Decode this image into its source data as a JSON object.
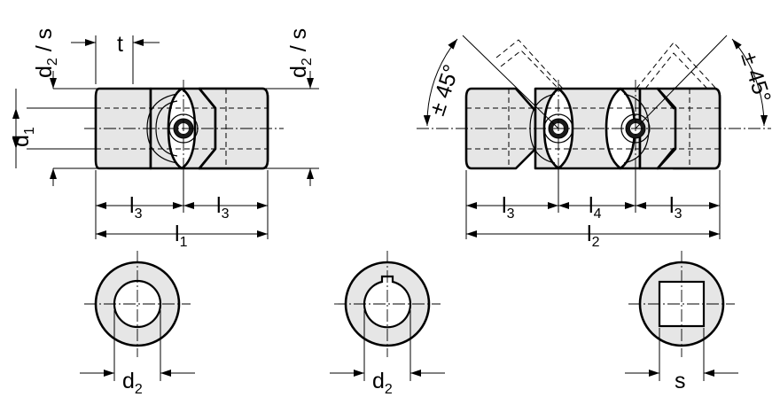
{
  "labels": {
    "d2_s_left": "d2 / s",
    "d2_s_right": "d2 / s",
    "t": "t",
    "d1": "d1",
    "l3": "l3",
    "l1": "l1",
    "l2": "l2",
    "l4": "l4",
    "angle": "± 45°",
    "d2": "d2",
    "s": "s"
  },
  "colors": {
    "body_fill": "#e6e6e6",
    "line": "#000000",
    "background": "#ffffff"
  }
}
